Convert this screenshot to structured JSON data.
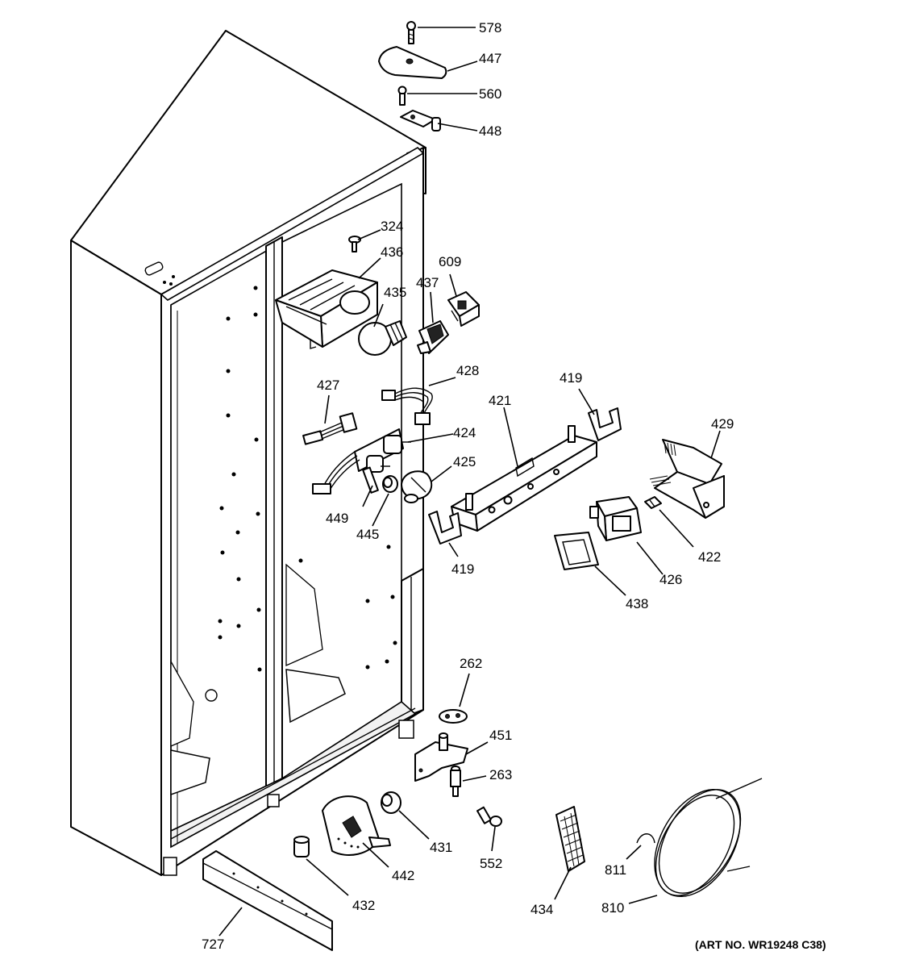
{
  "art_number": "(ART NO. WR19248 C38)",
  "callouts": {
    "c578": "578",
    "c447": "447",
    "c560": "560",
    "c448": "448",
    "c324": "324",
    "c436": "436",
    "c609": "609",
    "c437": "437",
    "c435": "435",
    "c427": "427",
    "c428": "428",
    "c424": "424",
    "c425": "425",
    "c449": "449",
    "c445": "445",
    "c419a": "419",
    "c421": "421",
    "c429": "429",
    "c419b": "419",
    "c422": "422",
    "c426": "426",
    "c438": "438",
    "c262": "262",
    "c451": "451",
    "c263": "263",
    "c431": "431",
    "c552": "552",
    "c442": "442",
    "c432": "432",
    "c434": "434",
    "c811": "811",
    "c810": "810",
    "c727": "727"
  }
}
